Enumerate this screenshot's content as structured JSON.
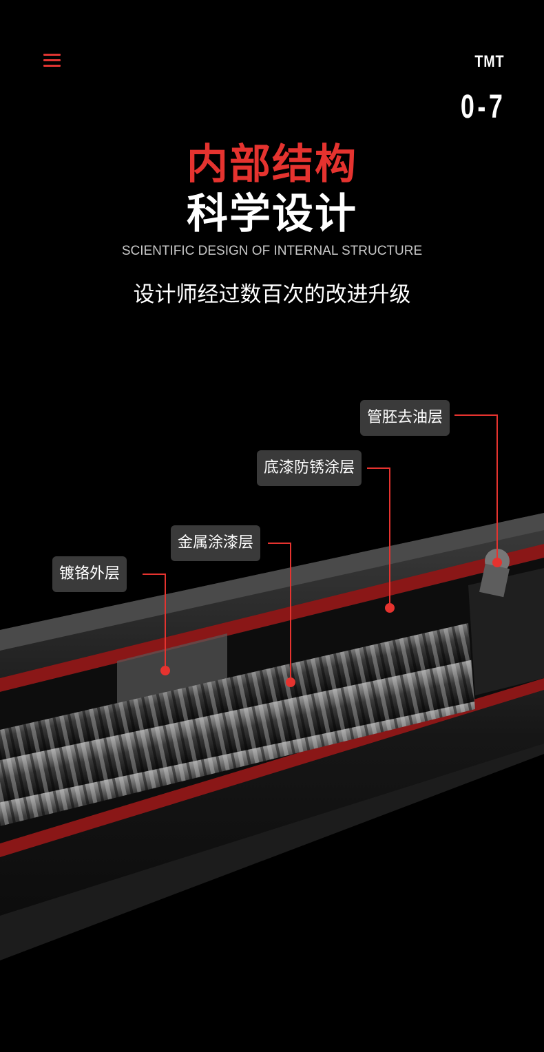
{
  "header": {
    "brand": "TMT",
    "model": "0-7"
  },
  "hero": {
    "title_line1": "内部结构",
    "title_line2": "科学设计",
    "subtitle_en": "SCIENTIFIC DESIGN OF INTERNAL STRUCTURE",
    "subtitle_cn": "设计师经过数百次的改进升级"
  },
  "callouts": [
    {
      "label": "管胚去油层"
    },
    {
      "label": "底漆防锈涂层"
    },
    {
      "label": "金属涂漆层"
    },
    {
      "label": "镀铬外层"
    }
  ],
  "colors": {
    "accent": "#e5332f",
    "background": "#000000",
    "label_bg": "#3a3a3a"
  }
}
